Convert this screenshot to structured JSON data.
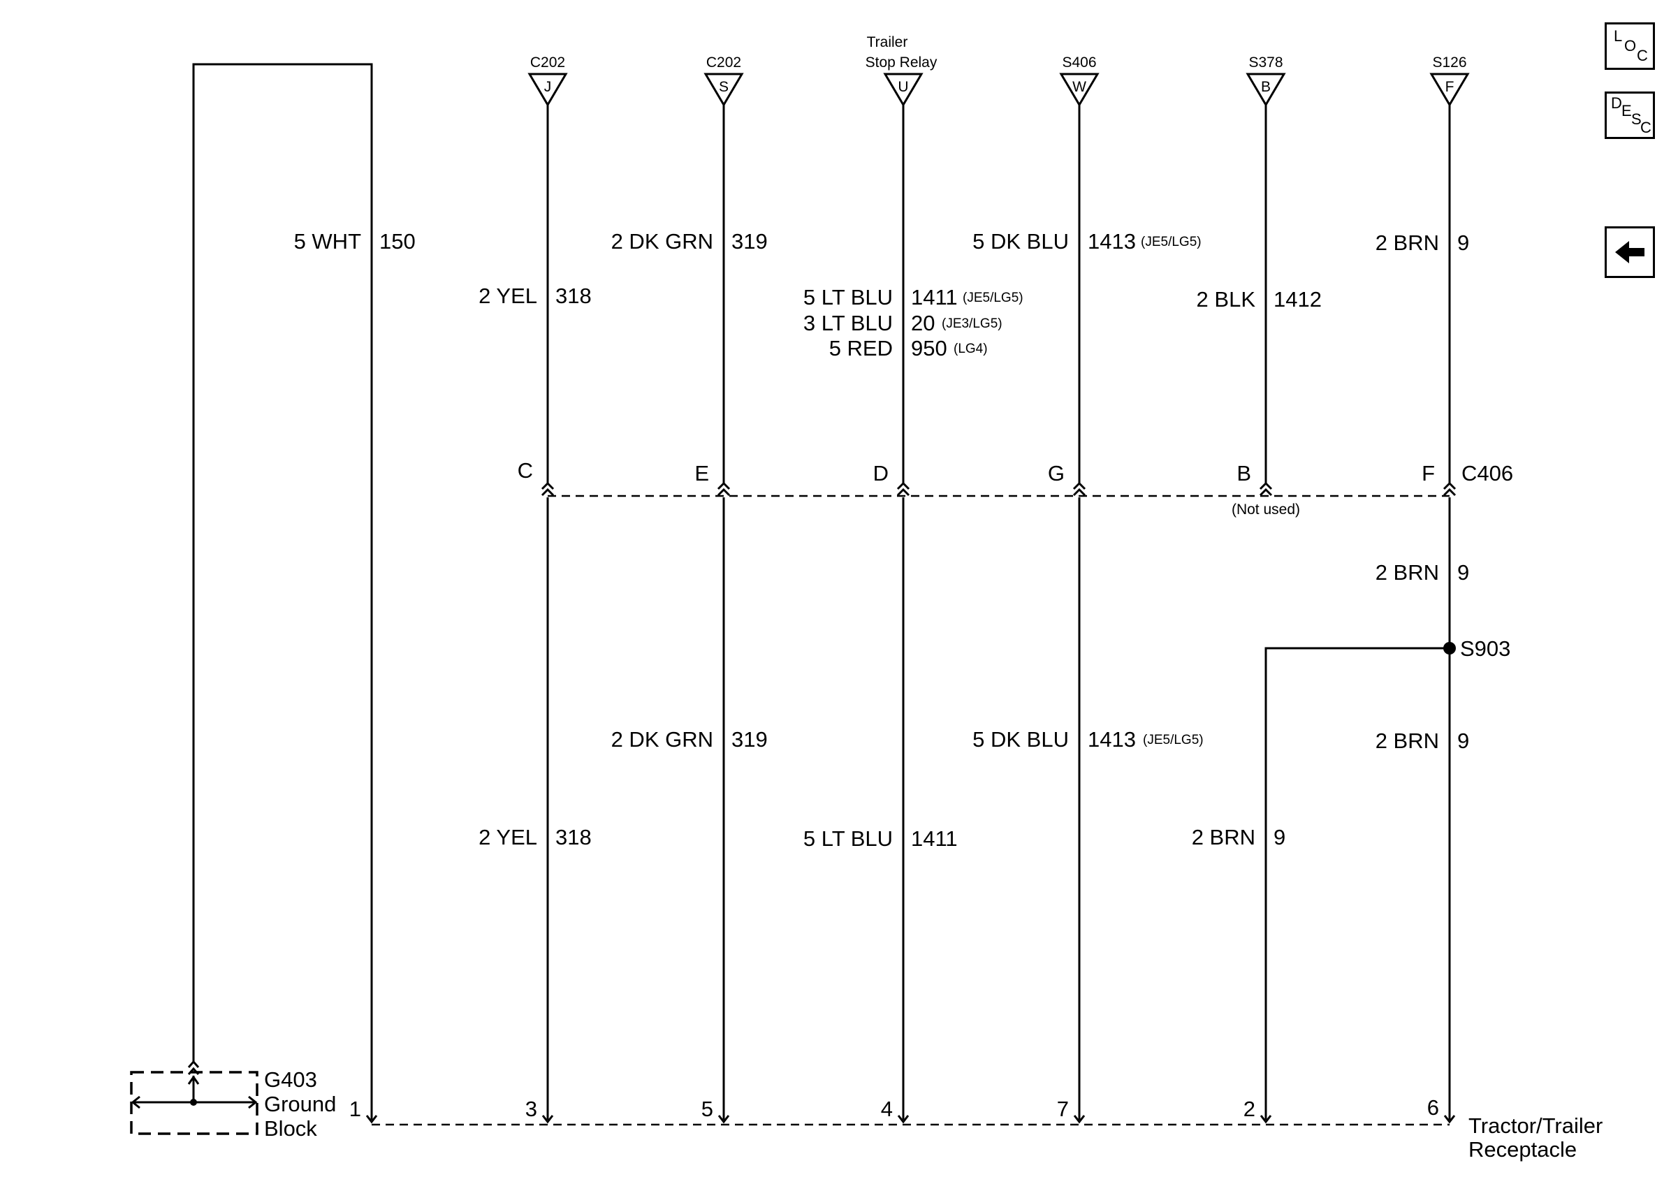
{
  "connectors_top": [
    {
      "name": "C202",
      "pin": "J"
    },
    {
      "name": "C202",
      "pin": "S"
    },
    {
      "name": "Trailer",
      "name2": "Stop Relay",
      "pin": "U"
    },
    {
      "name": "S406",
      "pin": "W"
    },
    {
      "name": "S378",
      "pin": "B"
    },
    {
      "name": "S126",
      "pin": "F"
    }
  ],
  "wire_labels": {
    "w150": {
      "color": "5 WHT",
      "circuit": "150"
    },
    "w319a": {
      "color": "2 DK GRN",
      "circuit": "319"
    },
    "w1413a": {
      "color": "5 DK BLU",
      "circuit": "1413",
      "note": "(JE5/LG5)"
    },
    "w9a": {
      "color": "2 BRN",
      "circuit": "9"
    },
    "w318a": {
      "color": "2 YEL",
      "circuit": "318"
    },
    "w1411a": {
      "color": "5 LT BLU",
      "circuit": "1411",
      "note": "(JE5/LG5)"
    },
    "w20": {
      "color": "3 LT BLU",
      "circuit": "20",
      "note": "(JE3/LG5)"
    },
    "w950": {
      "color": "5 RED",
      "circuit": "950",
      "note": "(LG4)"
    },
    "w1412": {
      "color": "2 BLK",
      "circuit": "1412"
    },
    "w9b": {
      "color": "2 BRN",
      "circuit": "9"
    },
    "w319b": {
      "color": "2 DK GRN",
      "circuit": "319"
    },
    "w1413b": {
      "color": "5 DK BLU",
      "circuit": "1413",
      "note": "(JE5/LG5)"
    },
    "w9c": {
      "color": "2 BRN",
      "circuit": "9"
    },
    "w318b": {
      "color": "2 YEL",
      "circuit": "318"
    },
    "w1411b": {
      "color": "5 LT BLU",
      "circuit": "1411"
    },
    "w9d": {
      "color": "2 BRN",
      "circuit": "9"
    }
  },
  "c406": {
    "name": "C406",
    "pins": [
      "C",
      "E",
      "D",
      "G",
      "B",
      "F"
    ],
    "not_used": "(Not used)"
  },
  "splice": {
    "name": "S903"
  },
  "bottom_pins": [
    "1",
    "3",
    "5",
    "4",
    "7",
    "2",
    "6"
  ],
  "ground_block": {
    "line1": "G403",
    "line2": "Ground",
    "line3": "Block"
  },
  "receptacle": {
    "line1": "Tractor/Trailer",
    "line2": "Receptacle"
  },
  "nav": {
    "loc": {
      "l1": "L",
      "l2": "O",
      "l3": "C"
    },
    "desc": {
      "l1": "D",
      "l2": "E",
      "l3": "S",
      "l4": "C"
    }
  }
}
